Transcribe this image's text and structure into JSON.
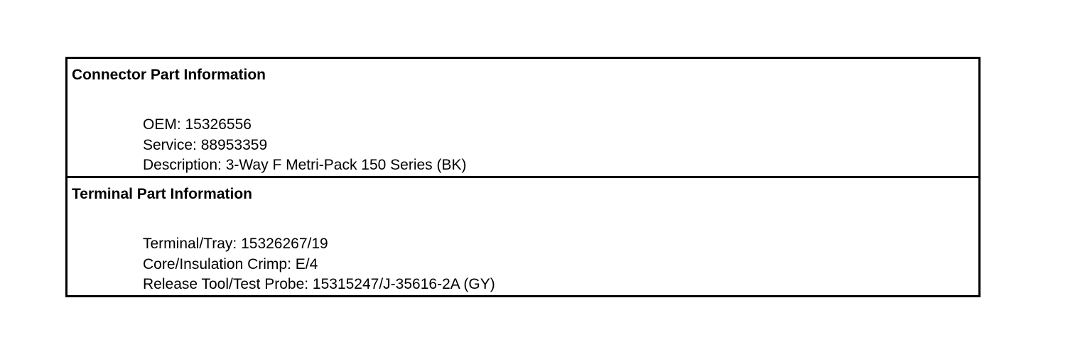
{
  "connector": {
    "title": "Connector Part Information",
    "lines": [
      "OEM: 15326556",
      "Service: 88953359",
      "Description: 3-Way F Metri-Pack 150 Series (BK)"
    ]
  },
  "terminal": {
    "title": "Terminal Part Information",
    "lines": [
      "Terminal/Tray: 15326267/19",
      "Core/Insulation Crimp: E/4",
      "Release Tool/Test Probe: 15315247/J-35616-2A (GY)"
    ]
  },
  "colors": {
    "text": "#000000",
    "border": "#000000",
    "background": "#ffffff"
  }
}
